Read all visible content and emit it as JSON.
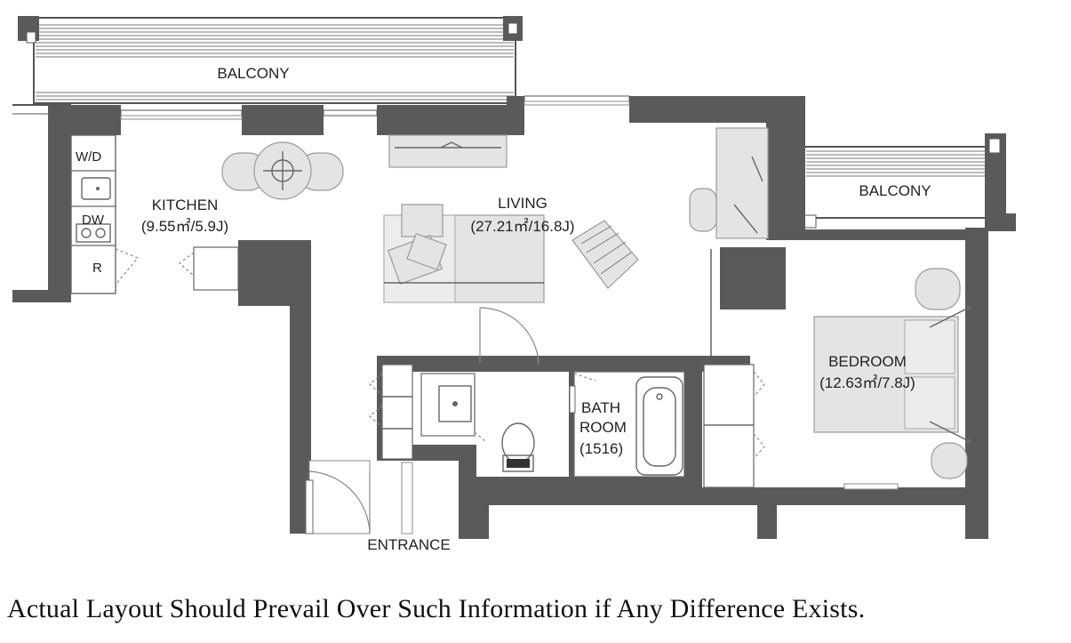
{
  "labels": {
    "balcony_top": "BALCONY",
    "balcony_right": "BALCONY",
    "kitchen_name": "KITCHEN",
    "kitchen_area": "(9.55㎡/5.9J)",
    "living_name": "LIVING",
    "living_area": "(27.21㎡/16.8J)",
    "bedroom_name": "BEDROOM",
    "bedroom_area": "(12.63㎡/7.8J)",
    "bath_line1": "BATH",
    "bath_line2": "ROOM",
    "bath_line3": "(1516)",
    "entrance": "ENTRANCE",
    "washer_dryer": "W/D",
    "dishwasher": "DW",
    "refrigerator": "R"
  },
  "disclaimer": "Actual Layout Should Prevail Over Such Information if Any Difference Exists.",
  "colors": {
    "wall": "#5a5a5a",
    "furniture": "#e4e4e4",
    "line": "#666666"
  }
}
